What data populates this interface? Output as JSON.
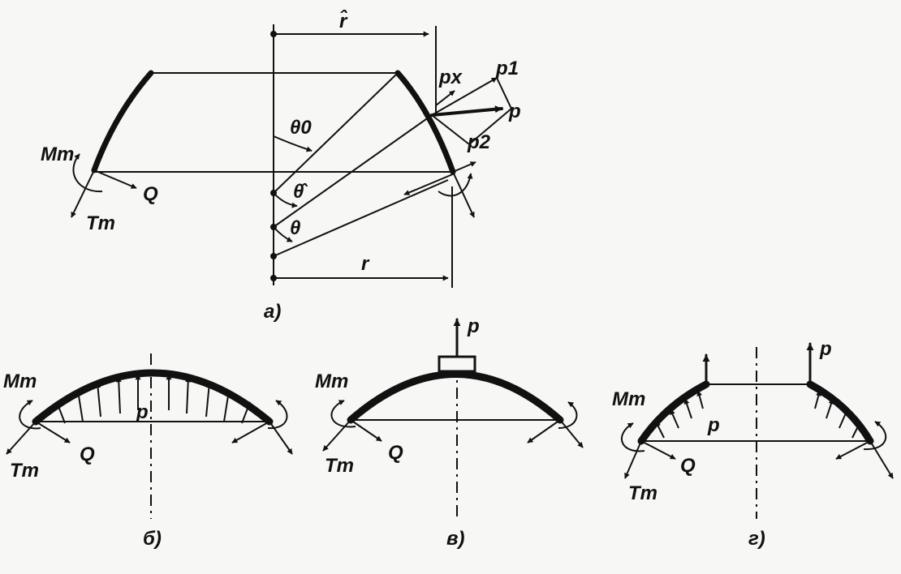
{
  "figure_a": {
    "caption": "а)",
    "labels": {
      "r_hat": "r̂",
      "r": "r",
      "theta0": "θ0",
      "theta_hat": "θ̂",
      "theta": "θ",
      "px": "px",
      "p1": "p1",
      "p2": "p2",
      "p": "p",
      "Mm": "Mm",
      "Q": "Q",
      "Tm": "Tm"
    }
  },
  "figure_b": {
    "caption": "б)",
    "labels": {
      "Mm": "Mm",
      "Q": "Q",
      "Tm": "Tm",
      "p": "p"
    }
  },
  "figure_v": {
    "caption": "в)",
    "labels": {
      "Mm": "Mm",
      "Q": "Q",
      "Tm": "Tm",
      "p": "p"
    }
  },
  "figure_g": {
    "caption": "г)",
    "labels": {
      "Mm": "Mm",
      "Q": "Q",
      "Tm": "Tm",
      "p": "p",
      "p_right": "p"
    }
  }
}
